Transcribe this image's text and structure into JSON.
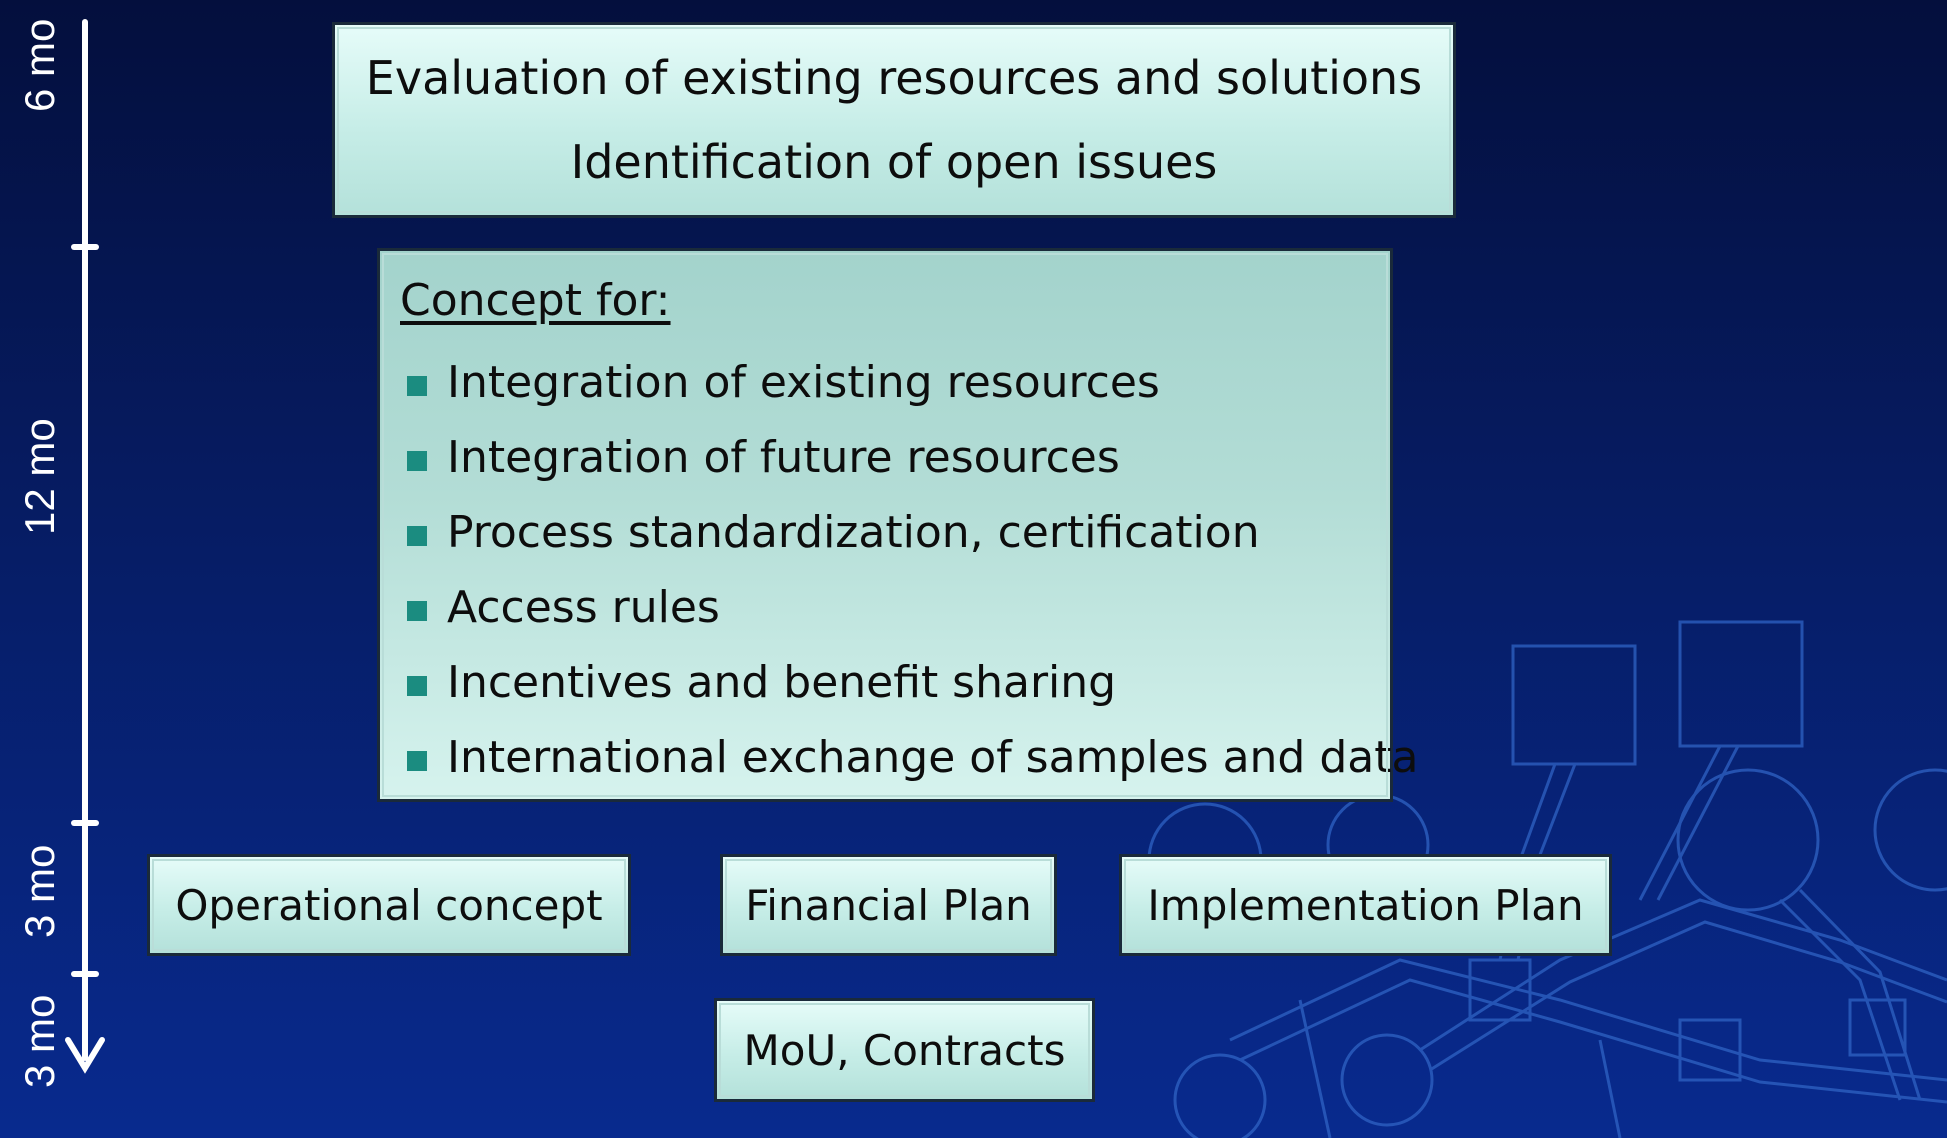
{
  "timeline": {
    "labels": [
      "6 mo",
      "12 mo",
      "3 mo",
      "3 mo"
    ]
  },
  "boxes": {
    "evaluation": {
      "lines": [
        "Evaluation of existing resources and solutions",
        "Identification of open issues"
      ]
    },
    "concept": {
      "title": "Concept for:",
      "items": [
        "Integration of existing resources",
        "Integration of future resources",
        "Process standardization, certification",
        "Access rules",
        "Incentives and benefit sharing",
        "International exchange of samples and data"
      ]
    },
    "operational": "Operational concept",
    "financial": "Financial Plan",
    "implementation": "Implementation Plan",
    "mou": "MoU, Contracts"
  },
  "colors": {
    "background_top": "#040f3d",
    "background_bottom": "#082a8e",
    "box_fill": "#c6ede7",
    "bullet": "#1b8c80",
    "timeline": "#ffffff",
    "decoration": "#2f63c4"
  }
}
